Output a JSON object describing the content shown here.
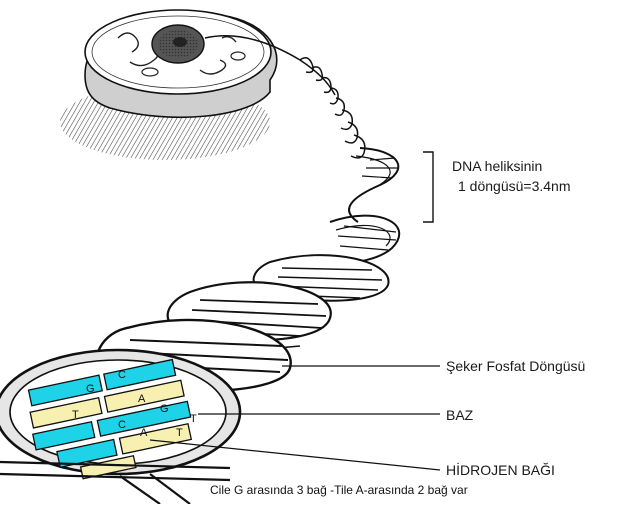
{
  "labels": {
    "helix_line1": "DNA heliksinin",
    "helix_line2": "1 döngüsü=3.4nm",
    "sugar_phosphate": "Şeker Fosfat Döngüsü",
    "base": "BAZ",
    "hydrogen_bond": "HİDROJEN BAĞI"
  },
  "caption": "Cile G arasında 3 bağ -Tile A-arasında 2 bağ var",
  "base_letters": [
    "G",
    "C",
    "T",
    "A",
    "G",
    "C",
    "A",
    "T",
    "T"
  ],
  "colors": {
    "base_cyan": "#1ed3e8",
    "base_yellow": "#f7f0b0",
    "ink": "#111111"
  }
}
